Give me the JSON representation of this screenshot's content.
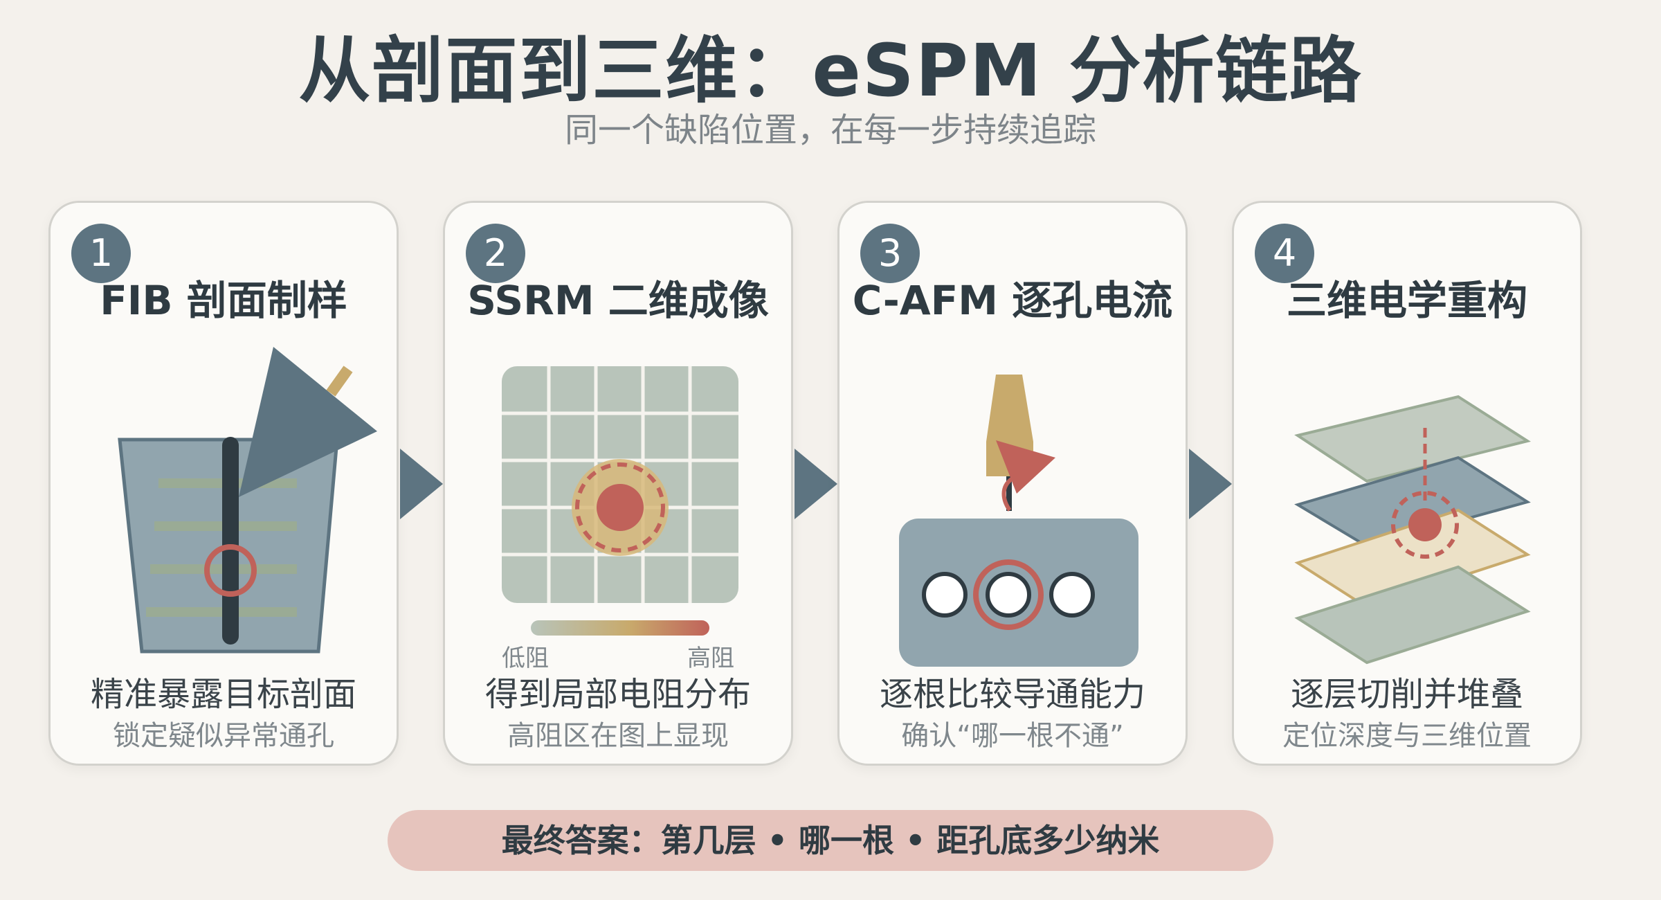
{
  "title": "从剖面到三维：eSPM 分析链路",
  "subtitle": "同一个缺陷位置，在每一步持续追踪",
  "steps": [
    {
      "number": "1",
      "title": "FIB 剖面制样",
      "caption": "精准暴露目标剖面",
      "sub": "锁定疑似异常通孔"
    },
    {
      "number": "2",
      "title": "SSRM 二维成像",
      "caption": "得到局部电阻分布",
      "sub": "高阻区在图上显现",
      "legend_low": "低阻",
      "legend_high": "高阻"
    },
    {
      "number": "3",
      "title": "C-AFM 逐孔电流",
      "caption": "逐根比较导通能力",
      "sub": "确认“哪一根不通”"
    },
    {
      "number": "4",
      "title": "三维电学重构",
      "caption": "逐层切削并堆叠",
      "sub": "定位深度与三维位置"
    }
  ],
  "bottom": {
    "text": "最终答案：第几层 • 哪一根 • 距孔底多少纳米"
  },
  "colors": {
    "slate": "#5d7481",
    "dark": "#2f3b42",
    "gray_green": "#b8c4ba",
    "blue_gray": "#91a5ae",
    "sand": "#c8aa6c",
    "rust": "#c0625a",
    "pink_bar": "#e6c4bd",
    "background": "#f4f1ec"
  }
}
